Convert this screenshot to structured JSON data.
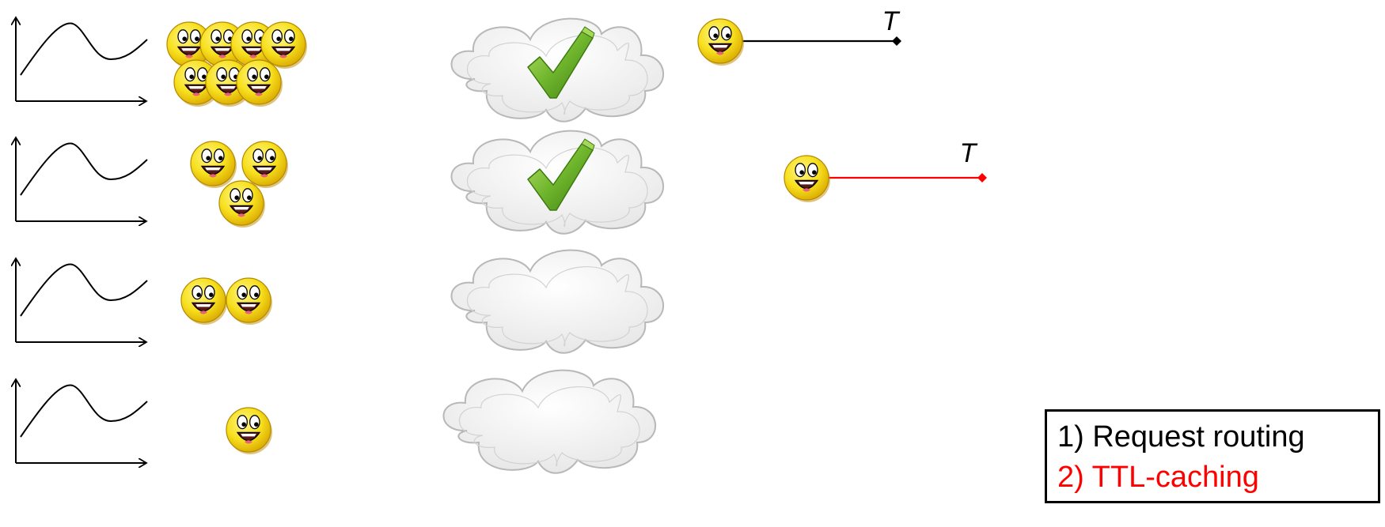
{
  "rows": [
    {
      "users": 7,
      "cloud_checked": true
    },
    {
      "users": 3,
      "cloud_checked": true
    },
    {
      "users": 2,
      "cloud_checked": false
    },
    {
      "users": 1,
      "cloud_checked": false
    }
  ],
  "timelines": [
    {
      "label": "T",
      "color": "#000000"
    },
    {
      "label": "T",
      "color": "#ff0000"
    }
  ],
  "legend": {
    "items": [
      {
        "text": "1) Request routing",
        "color": "#000000"
      },
      {
        "text": "2) TTL-caching",
        "color": "#ff0000"
      }
    ]
  },
  "icons": [
    "popularity-chart-icon",
    "smiley-user-icon",
    "cloud-icon",
    "checkmark-icon"
  ],
  "colors": {
    "smiley_fill": "#f7e01e",
    "check_green": "#6fb52c",
    "cloud_fill": "#f2f2f2",
    "cloud_stroke": "#b8b8b8"
  }
}
